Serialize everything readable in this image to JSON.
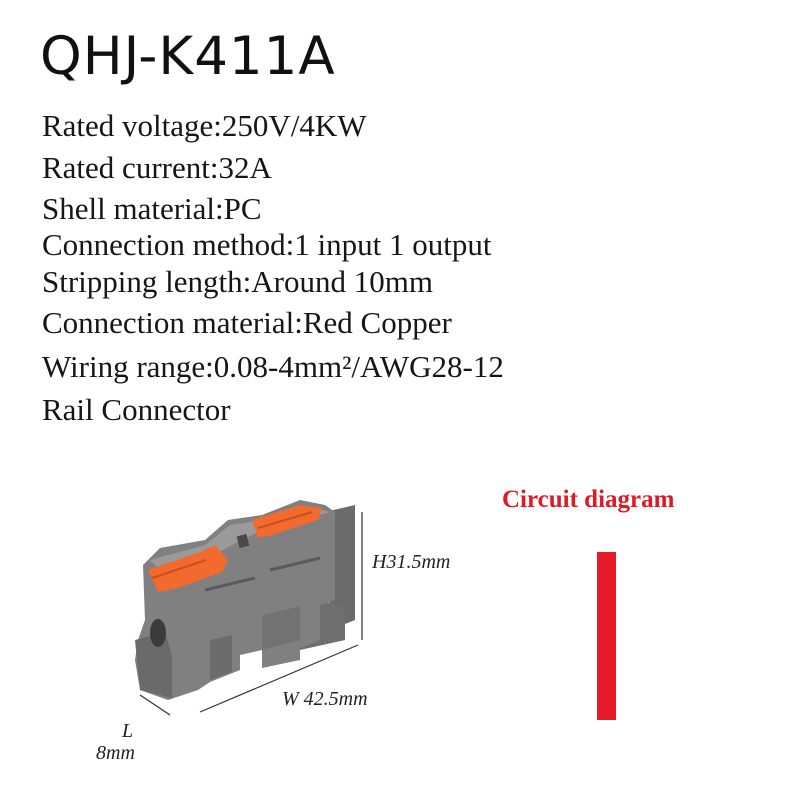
{
  "title": "QHJ-K411A",
  "specs": [
    "Rated voltage:250V/4KW",
    "Rated current:32A",
    "Shell material:PC",
    "Connection method:1 input 1 output",
    "Stripping length:Around 10mm",
    "Connection material:Red Copper",
    "Wiring range:0.08-4mm²/AWG28-12",
    "Rail Connector"
  ],
  "dimensions": {
    "height": "H31.5mm",
    "width": "W 42.5mm",
    "length_label": "L",
    "length_value": "8mm"
  },
  "circuit": {
    "title": "Circuit diagram"
  },
  "colors": {
    "body_gray": "#7d7d7d",
    "lever_orange": "#f26a2e",
    "circuit_red": "#e61b2a"
  }
}
